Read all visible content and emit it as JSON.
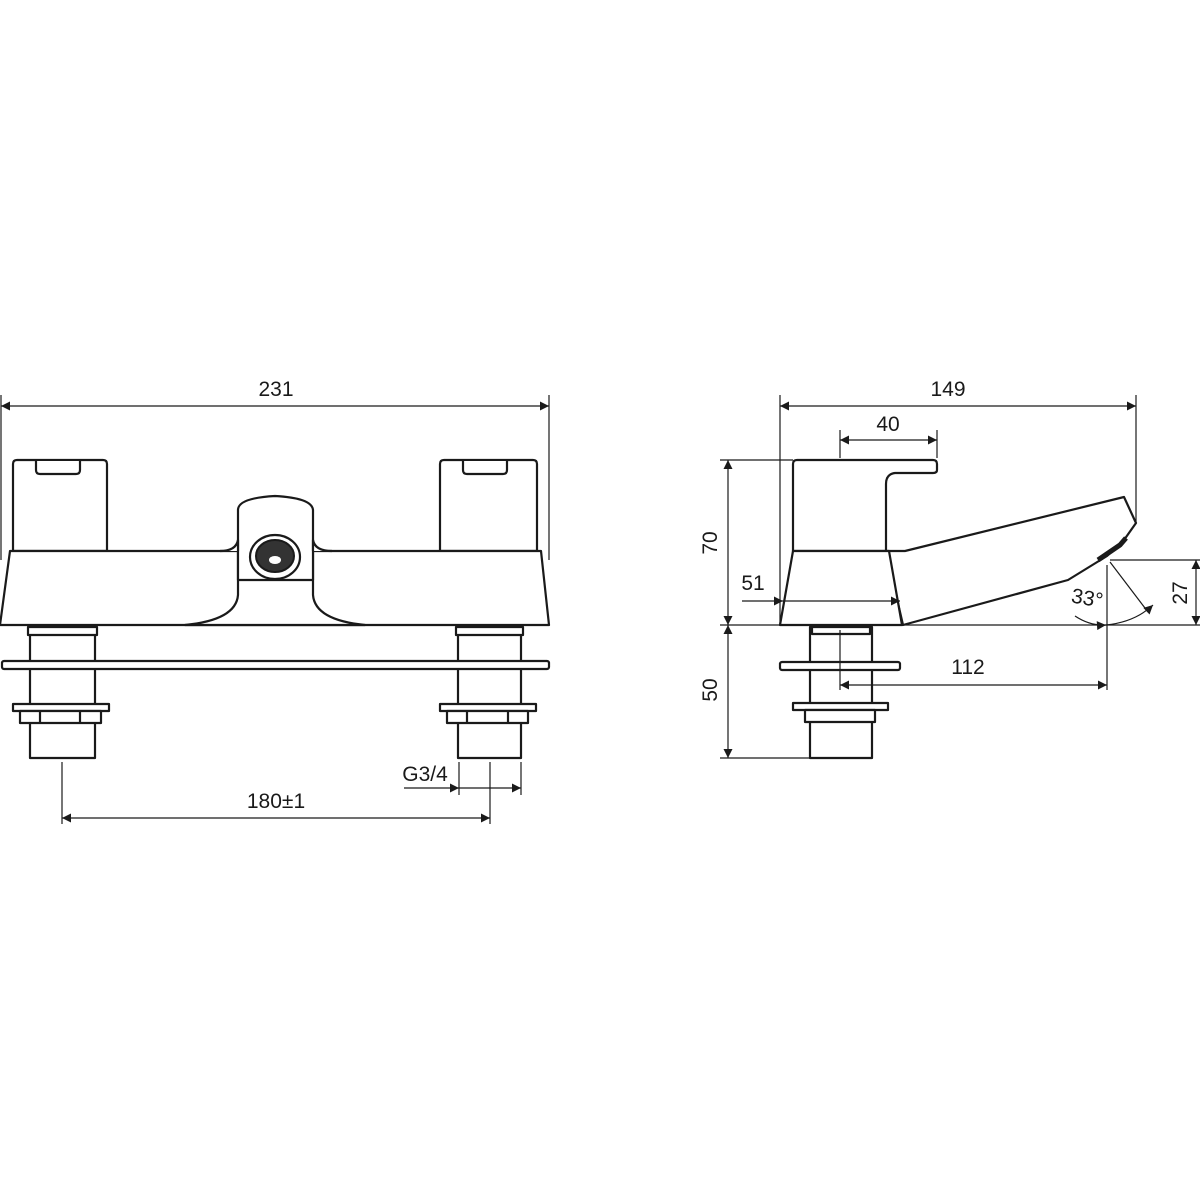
{
  "front_view": {
    "overall_width": "231",
    "pillar_spacing": "180±1",
    "thread": "G3/4"
  },
  "side_view": {
    "overall_depth": "149",
    "handle_width": "40",
    "height_above_deck": "70",
    "base_width": "51",
    "shank_length": "50",
    "spout_height": "27",
    "spout_reach": "112",
    "outlet_angle": "33°"
  },
  "colors": {
    "line": "#1a1a1a",
    "background": "#ffffff"
  }
}
